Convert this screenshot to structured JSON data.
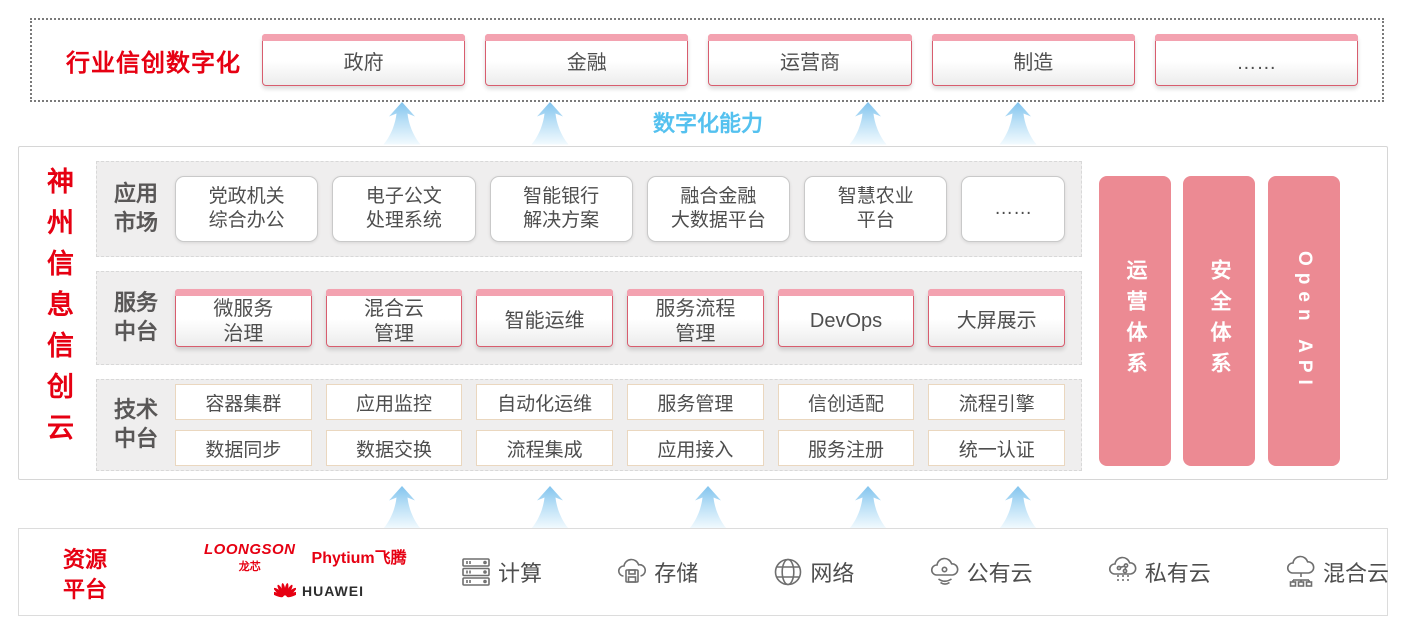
{
  "top_banner": {
    "label": "行业信创数字化",
    "industries": [
      {
        "label": "政府"
      },
      {
        "label": "金融"
      },
      {
        "label": "运营商"
      },
      {
        "label": "制造"
      },
      {
        "label": "……"
      }
    ]
  },
  "capability_label": "数字化能力",
  "cloud_platform": {
    "vertical_title": "神州信息信创云",
    "app_market": {
      "label": "应用市场",
      "items": [
        {
          "label": "党政机关\n综合办公"
        },
        {
          "label": "电子公文\n处理系统"
        },
        {
          "label": "智能银行\n解决方案"
        },
        {
          "label": "融合金融\n大数据平台"
        },
        {
          "label": "智慧农业\n平台"
        },
        {
          "label": "……"
        }
      ]
    },
    "service_platform": {
      "label": "服务中台",
      "items": [
        {
          "label": "微服务\n治理"
        },
        {
          "label": "混合云\n管理"
        },
        {
          "label": "智能运维"
        },
        {
          "label": "服务流程\n管理"
        },
        {
          "label": "DevOps"
        },
        {
          "label": "大屏展示"
        }
      ]
    },
    "tech_platform": {
      "label": "技术中台",
      "row1": [
        {
          "label": "容器集群"
        },
        {
          "label": "应用监控"
        },
        {
          "label": "自动化运维"
        },
        {
          "label": "服务管理"
        },
        {
          "label": "信创适配"
        },
        {
          "label": "流程引擎"
        }
      ],
      "row2": [
        {
          "label": "数据同步"
        },
        {
          "label": "数据交换"
        },
        {
          "label": "流程集成"
        },
        {
          "label": "应用接入"
        },
        {
          "label": "服务注册"
        },
        {
          "label": "统一认证"
        }
      ]
    },
    "side_bars": [
      {
        "label": "运营体系"
      },
      {
        "label": "安全体系"
      },
      {
        "label": "Open API"
      }
    ]
  },
  "resource_platform": {
    "label": "资源平台",
    "vendors": {
      "loongson_en": "LOONGSON",
      "loongson_cn": "龙芯",
      "phytium": "Phytium飞腾",
      "huawei": "HUAWEI"
    },
    "items": [
      {
        "icon": "server-icon",
        "label": "计算"
      },
      {
        "icon": "storage-cloud-icon",
        "label": "存储"
      },
      {
        "icon": "network-globe-icon",
        "label": "网络"
      },
      {
        "icon": "public-cloud-icon",
        "label": "公有云"
      },
      {
        "icon": "private-cloud-icon",
        "label": "私有云"
      },
      {
        "icon": "hybrid-cloud-icon",
        "label": "混合云"
      }
    ]
  },
  "colors": {
    "brand_red": "#e60012",
    "pink_bar": "#f3a2b0",
    "box_border_red": "#d85d6e",
    "side_bar_fill": "#ec8a93",
    "capability_blue": "#54c1ef",
    "panel_gray": "#efeeee",
    "text_gray": "#4e4e4e"
  }
}
